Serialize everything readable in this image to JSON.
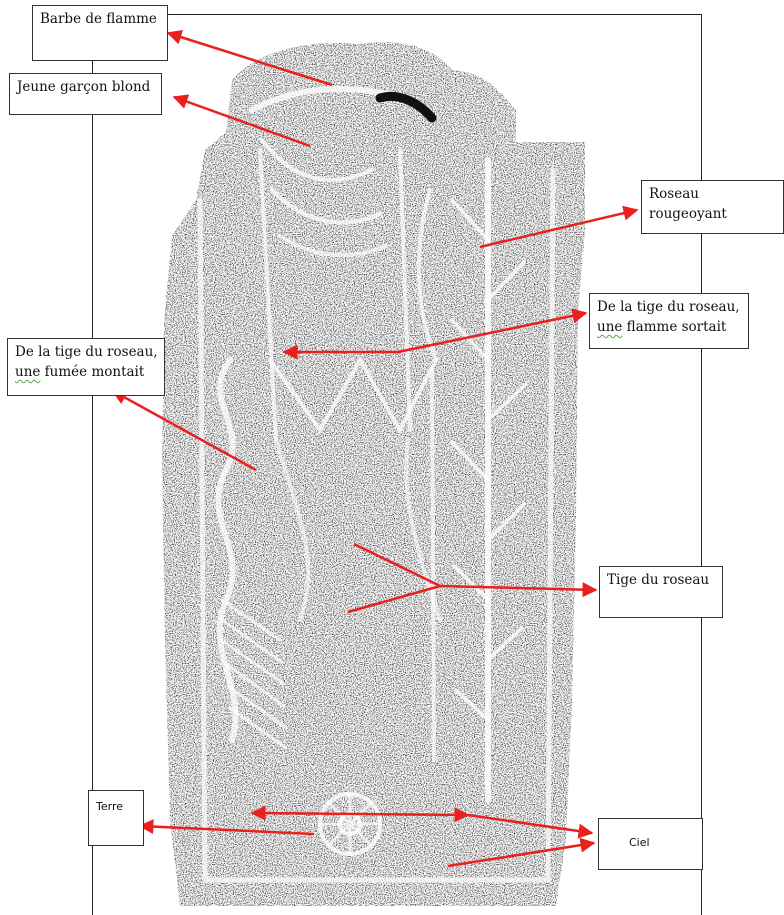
{
  "labels": {
    "barbe": "Barbe de flamme",
    "garcon": "Jeune garçon blond",
    "roseau": "Roseau rougeoyant",
    "flamme_l1": "De la tige du roseau,",
    "flamme_l2_a": "une",
    "flamme_l2_b": " flamme sortait",
    "fumee_l1": "De la tige du roseau,",
    "fumee_l2_a": "une",
    "fumee_l2_b": " fumée montait",
    "tige": "Tige du roseau",
    "terre": "Terre",
    "ciel": "Ciel"
  },
  "colors": {
    "arrow": "#e8201e",
    "stone_light": "#d9d9d9",
    "stone_dark": "#1a1a1a",
    "spellcheck": "#58a64a"
  }
}
